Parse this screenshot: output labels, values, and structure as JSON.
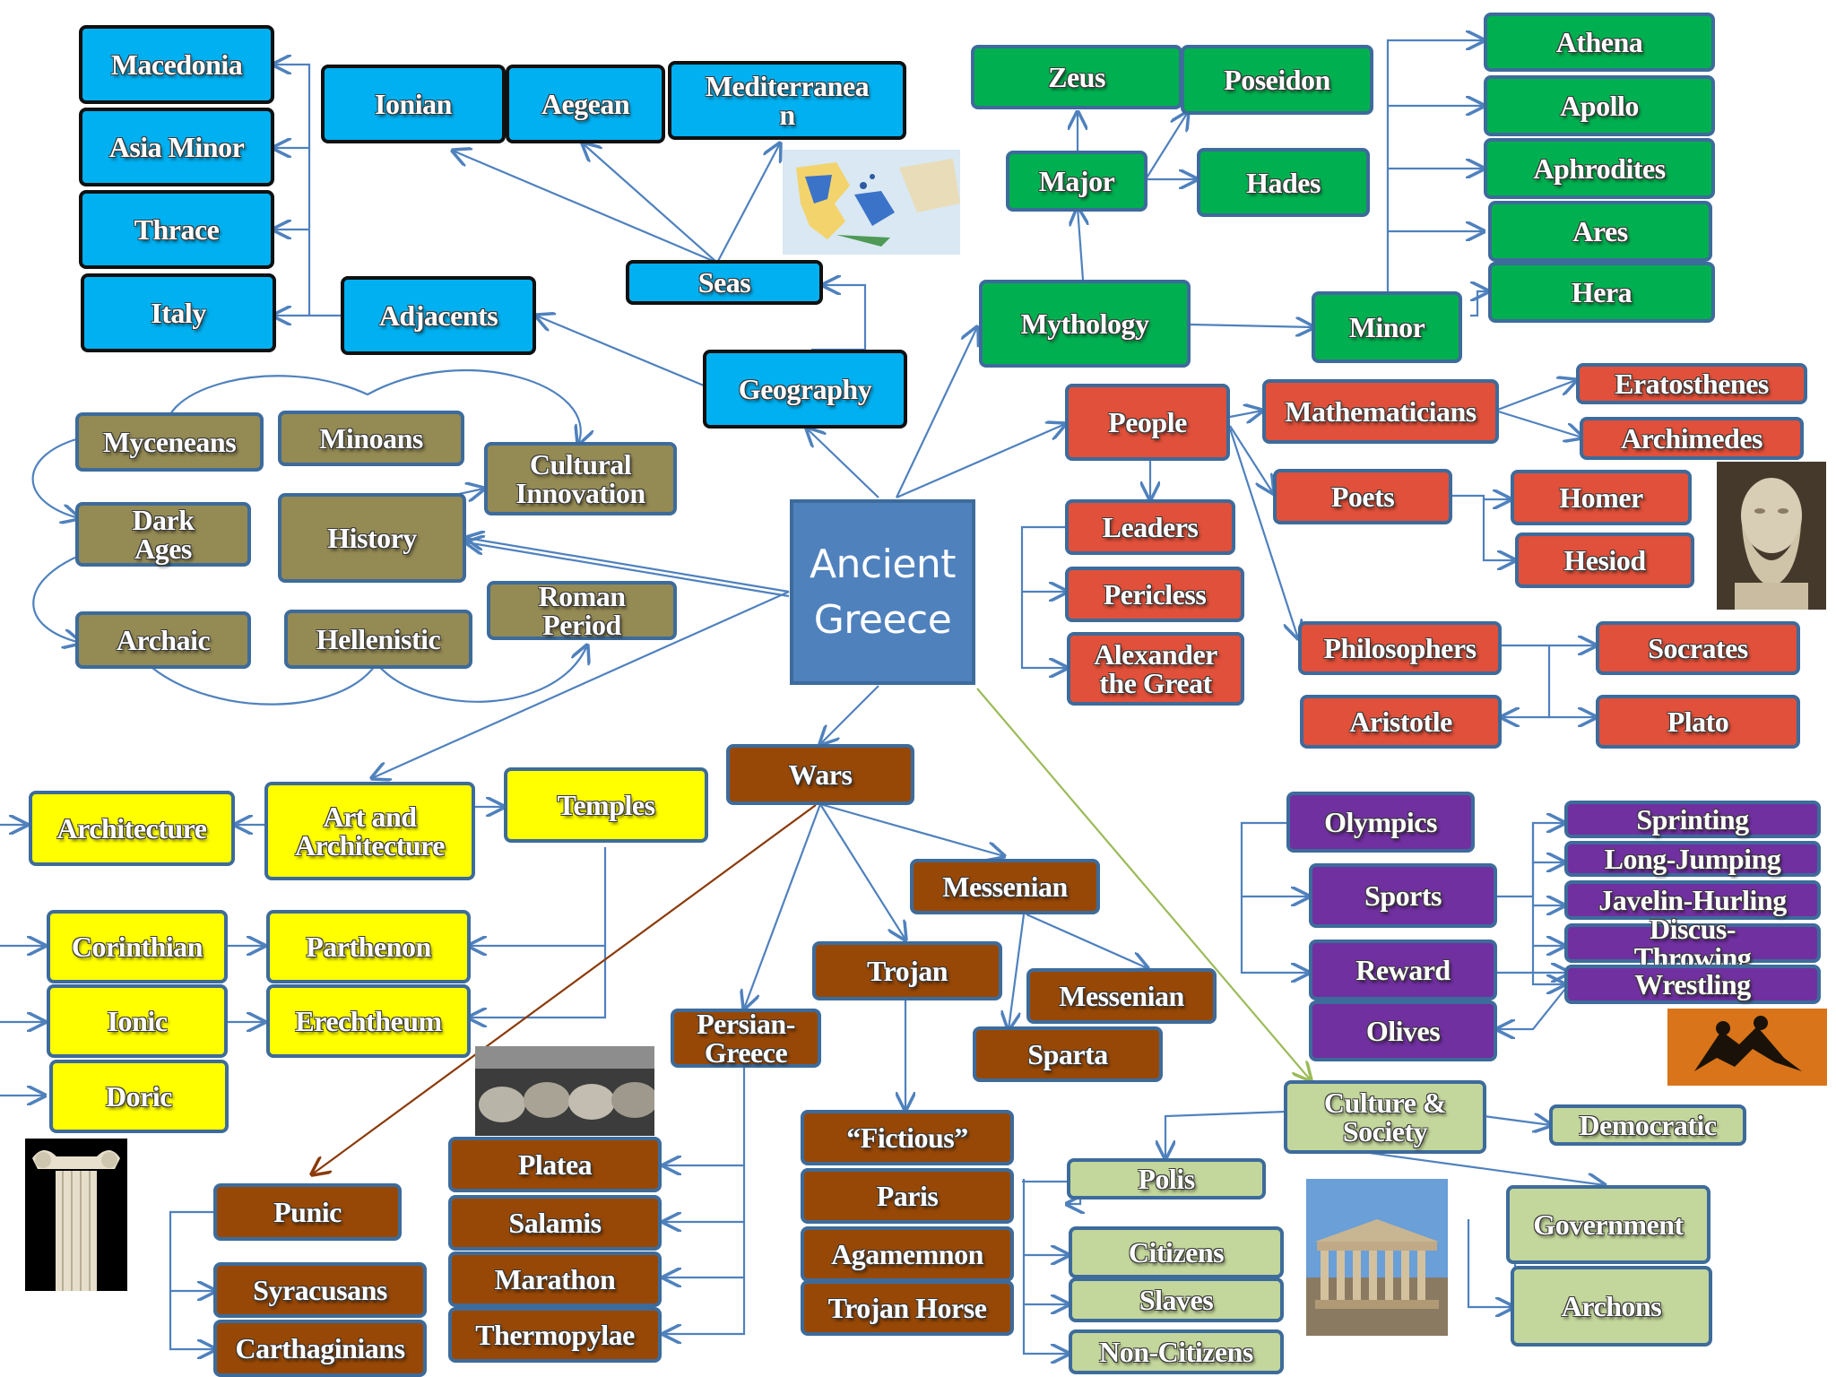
{
  "center": "Ancient Greece",
  "geography": {
    "label": "Geography",
    "seas": "Seas",
    "adjacents": "Adjacents",
    "seas_list": [
      "Ionian",
      "Aegean",
      "Mediterranean"
    ],
    "adjacent_list": [
      "Macedonia",
      "Asia Minor",
      "Thrace",
      "Italy"
    ]
  },
  "mythology": {
    "label": "Mythology",
    "major": "Major",
    "minor": "Minor",
    "major_gods": [
      "Zeus",
      "Poseidon",
      "Hades"
    ],
    "minor_gods": [
      "Athena",
      "Apollo",
      "Aphrodites",
      "Ares",
      "Hera"
    ]
  },
  "people": {
    "label": "People",
    "mathematicians": "Mathematicians",
    "math_list": [
      "Eratosthenes",
      "Archimedes"
    ],
    "poets": "Poets",
    "poet_list": [
      "Homer",
      "Hesiod"
    ],
    "leaders": "Leaders",
    "leader_list": [
      "Pericless",
      "Alexander the Great"
    ],
    "philosophers": "Philosophers",
    "philosopher_list": [
      "Socrates",
      "Plato",
      "Aristotle"
    ]
  },
  "history": {
    "label": "History",
    "periods": [
      "Myceneans",
      "Minoans",
      "Cultural Innovation",
      "Dark Ages",
      "Archaic",
      "Hellenistic",
      "Roman Period"
    ]
  },
  "art": {
    "label": "Art and Architecture",
    "architecture": "Architecture",
    "temples": "Temples",
    "orders": [
      "Corinthian",
      "Ionic",
      "Doric"
    ],
    "buildings": [
      "Parthenon",
      "Erechtheum"
    ]
  },
  "wars": {
    "label": "Wars",
    "messenian": "Messenian",
    "messenian_sub": [
      "Messenian",
      "Sparta"
    ],
    "trojan": "Trojan",
    "trojan_list": [
      "“Fictious”",
      "Paris",
      "Agamemnon",
      "Trojan Horse"
    ],
    "persian": "Persian-Greece",
    "persian_list": [
      "Platea",
      "Salamis",
      "Marathon",
      "Thermopylae"
    ],
    "punic": "Punic",
    "punic_list": [
      "Syracusans",
      "Carthaginians"
    ]
  },
  "culture": {
    "label": "Culture & Society",
    "democratic": "Democratic",
    "polis": "Polis",
    "polis_list": [
      "Citizens",
      "Slaves",
      "Non-Citizens"
    ],
    "government": "Government",
    "archons": "Archons",
    "olympics": "Olympics",
    "sports": "Sports",
    "reward": "Reward",
    "olives": "Olives",
    "sports_list": [
      "Sprinting",
      "Long-Jumping",
      "Javelin-Hurling",
      "Discus-Throwing",
      "Wrestling"
    ]
  },
  "icons": [
    "greece-map-image",
    "philosopher-bust-image",
    "wrestlers-vase-image",
    "ionic-column-image",
    "spartan-shields-image",
    "parthenon-image"
  ]
}
